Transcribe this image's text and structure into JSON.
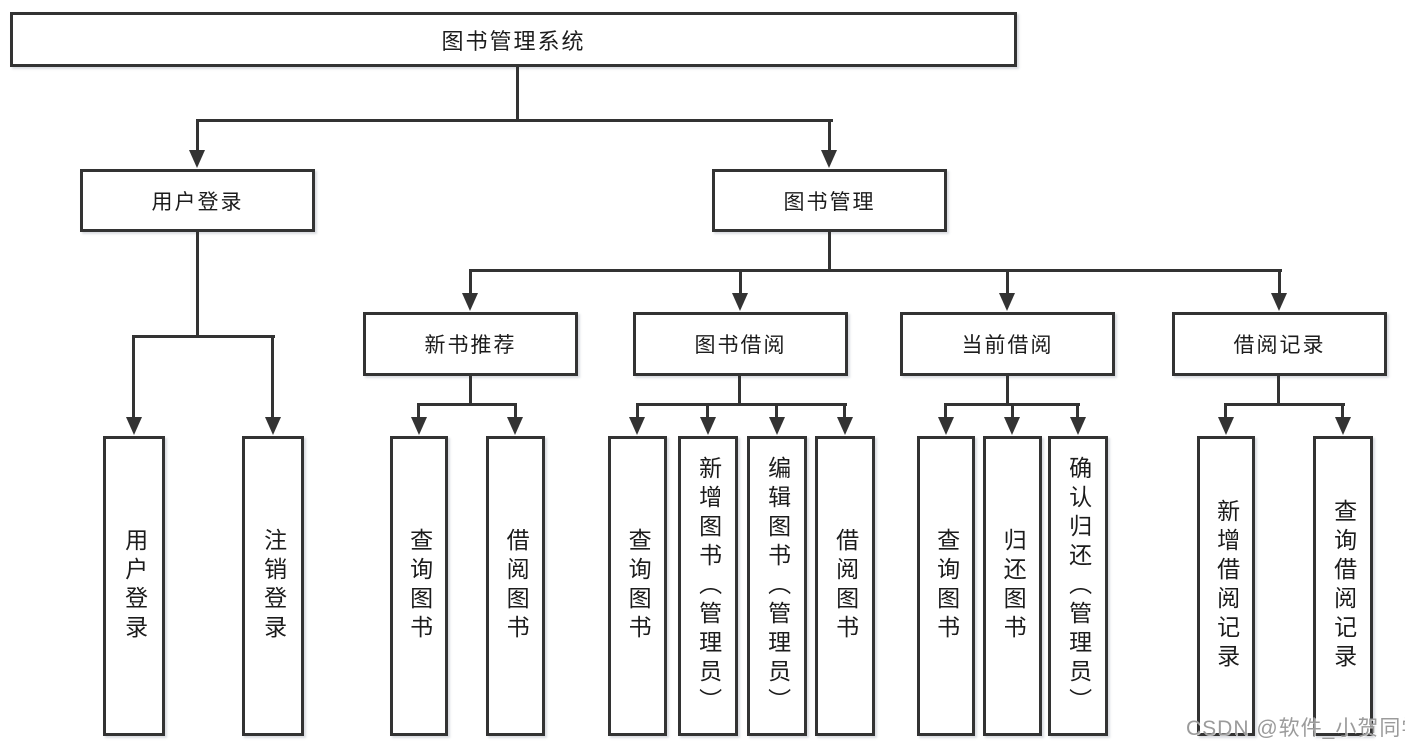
{
  "diagram": {
    "root": {
      "label": "图书管理系统"
    },
    "level2": [
      {
        "label": "用户登录"
      },
      {
        "label": "图书管理"
      }
    ],
    "level3": [
      {
        "label": "新书推荐",
        "parent": "图书管理"
      },
      {
        "label": "图书借阅",
        "parent": "图书管理"
      },
      {
        "label": "当前借阅",
        "parent": "图书管理"
      },
      {
        "label": "借阅记录",
        "parent": "图书管理"
      }
    ],
    "leaves": [
      {
        "label": "用户登录",
        "parent": "用户登录"
      },
      {
        "label": "注销登录",
        "parent": "用户登录"
      },
      {
        "label": "查询图书",
        "parent": "新书推荐"
      },
      {
        "label": "借阅图书",
        "parent": "新书推荐"
      },
      {
        "label": "查询图书",
        "parent": "图书借阅"
      },
      {
        "label": "新增图书（管理员）",
        "parent": "图书借阅"
      },
      {
        "label": "编辑图书（管理员）",
        "parent": "图书借阅"
      },
      {
        "label": "借阅图书",
        "parent": "图书借阅"
      },
      {
        "label": "查询图书",
        "parent": "当前借阅"
      },
      {
        "label": "归还图书",
        "parent": "当前借阅"
      },
      {
        "label": "确认归还（管理员）",
        "parent": "当前借阅"
      },
      {
        "label": "新增借阅记录",
        "parent": "借阅记录"
      },
      {
        "label": "查询借阅记录",
        "parent": "借阅记录"
      }
    ],
    "watermark": "CSDN @软件_小贺同学",
    "colors": {
      "line": "#333333",
      "text": "#1c1c1c",
      "watermark": "#9b9b9b",
      "background": "#ffffff"
    }
  }
}
